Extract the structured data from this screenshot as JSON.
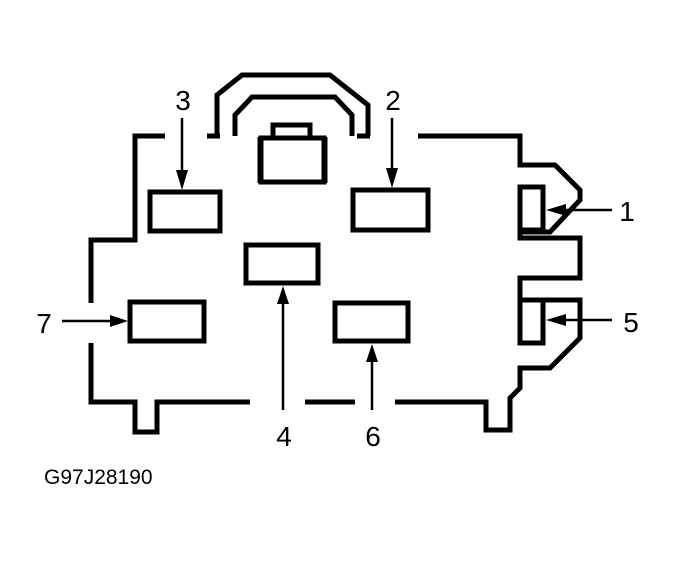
{
  "diagram": {
    "terminal_labels": [
      "1",
      "2",
      "3",
      "4",
      "5",
      "6",
      "7"
    ],
    "figure_code": "G97J28190"
  },
  "colors": {
    "line": "#000000",
    "background": "#ffffff"
  }
}
